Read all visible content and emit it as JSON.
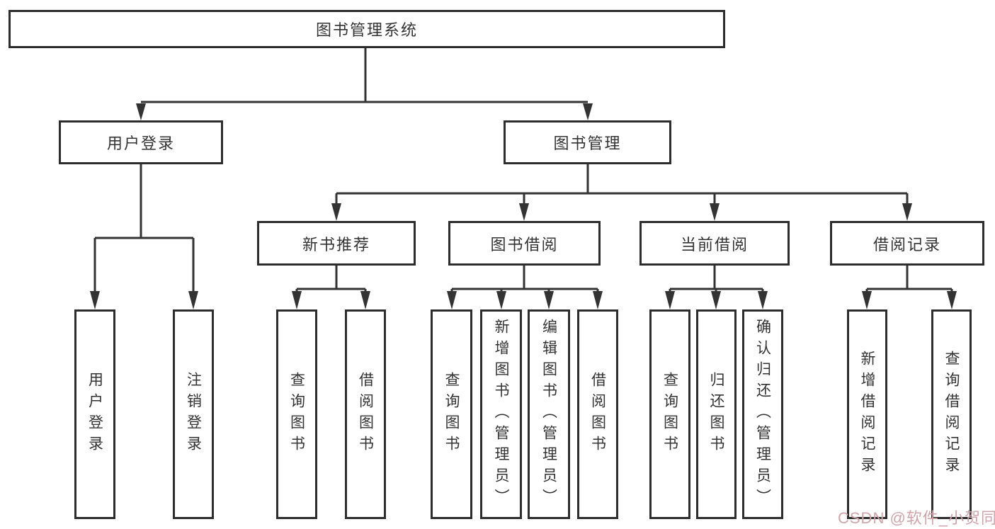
{
  "tree": {
    "label": "图书管理系统",
    "children": [
      {
        "label": "用户登录",
        "children": [
          {
            "label": "用户登录"
          },
          {
            "label": "注销登录"
          }
        ]
      },
      {
        "label": "图书管理",
        "children": [
          {
            "label": "新书推荐",
            "children": [
              {
                "label": "查询图书"
              },
              {
                "label": "借阅图书"
              }
            ]
          },
          {
            "label": "图书借阅",
            "children": [
              {
                "label": "查询图书"
              },
              {
                "label": "新增图书（管理员）"
              },
              {
                "label": "编辑图书（管理员）"
              },
              {
                "label": "借阅图书"
              }
            ]
          },
          {
            "label": "当前借阅",
            "children": [
              {
                "label": "查询图书"
              },
              {
                "label": "归还图书"
              },
              {
                "label": "确认归还（管理员）"
              }
            ]
          },
          {
            "label": "借阅记录",
            "children": [
              {
                "label": "新增借阅记录"
              },
              {
                "label": "查询借阅记录"
              }
            ]
          }
        ]
      }
    ]
  },
  "watermark": {
    "text": "CSDN @软件_小贺同学"
  },
  "colors": {
    "line": "#333333",
    "box_border": "#2d2d2d",
    "text": "#333333",
    "watermark": "#cfa3a9",
    "background": "#ffffff"
  }
}
